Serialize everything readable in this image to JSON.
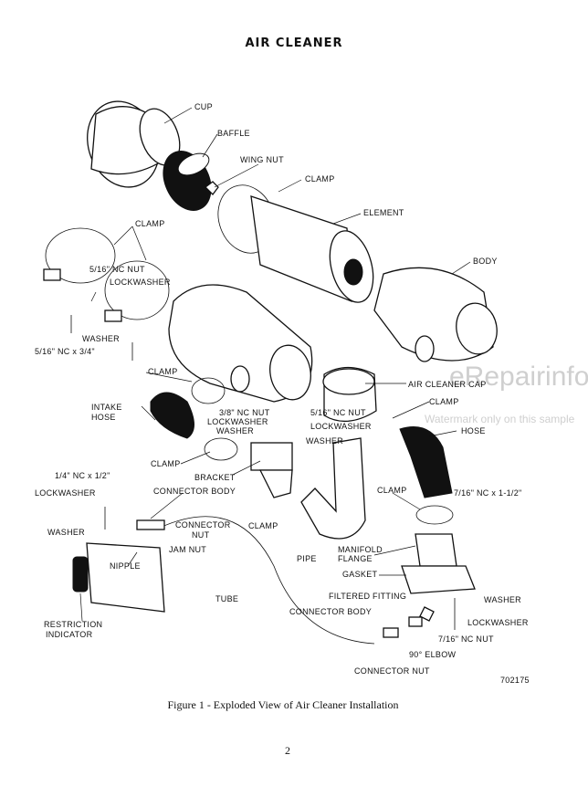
{
  "page": {
    "title": "AIR CLEANER",
    "caption": "Figure 1 - Exploded View of Air Cleaner Installation",
    "page_number": "2",
    "figure_code": "702175",
    "watermark_main": "eRepairinfo.com",
    "watermark_sub": "Watermark only on this sample"
  },
  "labels": {
    "cup": "CUP",
    "baffle": "BAFFLE",
    "wing_nut": "WING NUT",
    "clamp_top": "CLAMP",
    "element": "ELEMENT",
    "body": "BODY",
    "clamp_left": "CLAMP",
    "nut_516": "5/16\" NC NUT",
    "lockwasher_left": "LOCKWASHER",
    "washer_left": "WASHER",
    "bolt_516": "5/16\" NC x 3/4\"",
    "clamp_mid": "CLAMP",
    "intake_hose": "INTAKE",
    "intake_hose2": "HOSE",
    "nut_38": "3/8\" NC NUT",
    "lockwasher_mid": "LOCKWASHER",
    "washer_mid": "WASHER",
    "air_cleaner_cap": "AIR CLEANER CAP",
    "nut_516_mid": "5/16\" NC NUT",
    "lockwasher_right": "LOCKWASHER",
    "washer_right": "WASHER",
    "clamp_right": "CLAMP",
    "hose": "HOSE",
    "clamp_lower": "CLAMP",
    "bracket": "BRACKET",
    "connector_body_top": "CONNECTOR BODY",
    "bolt_14": "1/4\" NC x 1/2\"",
    "lockwasher_lower": "LOCKWASHER",
    "washer_lower": "WASHER",
    "connector_nut": "CONNECTOR",
    "connector_nut2": "NUT",
    "jam_nut": "JAM NUT",
    "nipple": "NIPPLE",
    "clamp_bracket": "CLAMP",
    "pipe": "PIPE",
    "clamp_manifold": "CLAMP",
    "bolt_716": "7/16\" NC x 1-1/2\"",
    "manifold_flange": "MANIFOLD",
    "manifold_flange2": "FLANGE",
    "gasket": "GASKET",
    "tube": "TUBE",
    "filtered_fitting": "FILTERED FITTING",
    "connector_body_bottom": "CONNECTOR BODY",
    "washer_bottom": "WASHER",
    "lockwasher_bottom": "LOCKWASHER",
    "nut_716": "7/16\" NC NUT",
    "elbow": "90° ELBOW",
    "connector_nut_bottom": "CONNECTOR NUT",
    "restriction": "RESTRICTION",
    "restriction2": "INDICATOR"
  }
}
